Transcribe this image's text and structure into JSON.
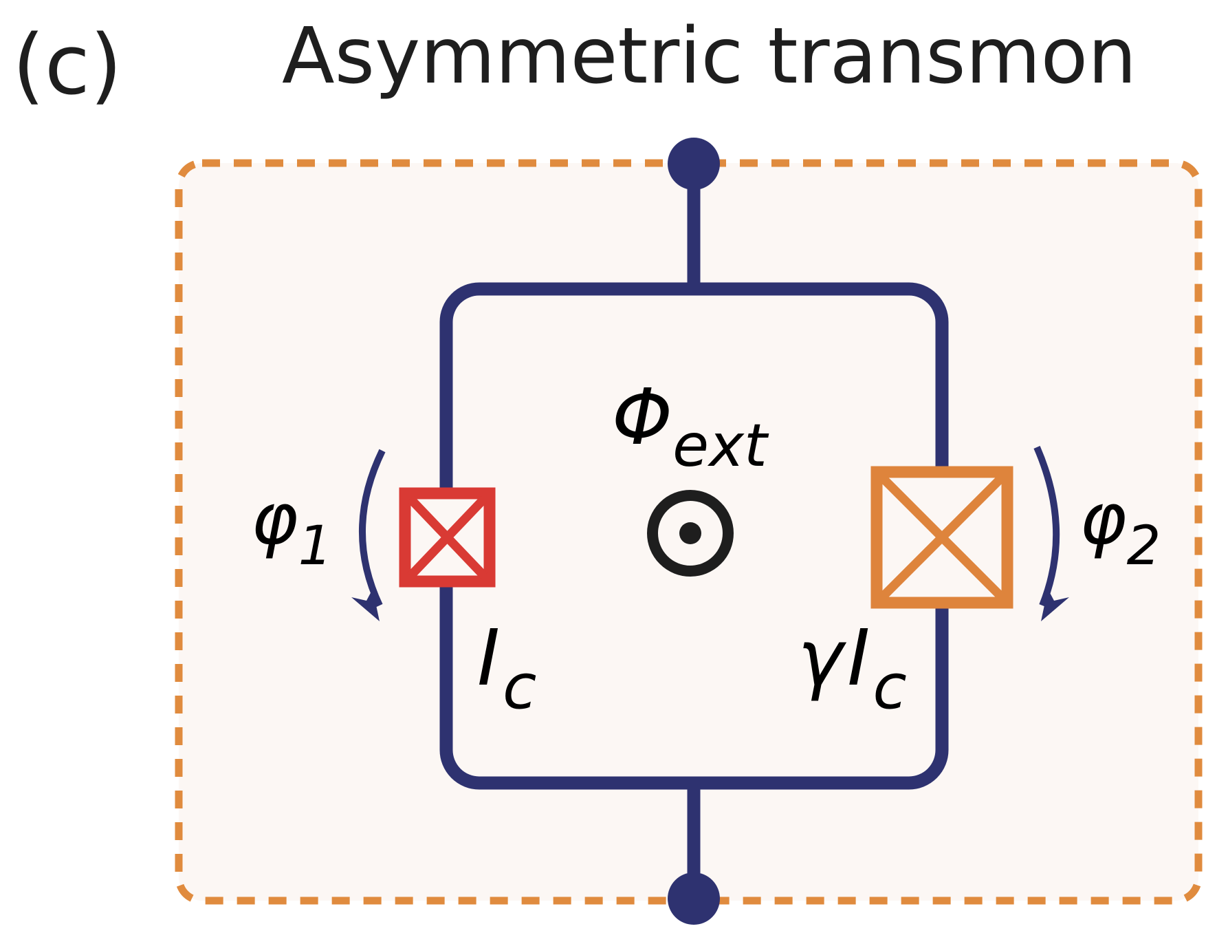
{
  "panel_label": "(c)",
  "title": "Asymmetric transmon",
  "labels": {
    "flux_symbol": "Φ",
    "flux_subscript": "ext",
    "phase1_symbol": "φ",
    "phase1_subscript": "1",
    "phase2_symbol": "φ",
    "phase2_subscript": "2",
    "junction1_symbol": "I",
    "junction1_subscript": "c",
    "junction2_prefix": "γ",
    "junction2_symbol": "I",
    "junction2_subscript": "c"
  },
  "colors": {
    "wire": "#2e3270",
    "junction1": "#d93a34",
    "junction2": "#de843c",
    "boundary": "#e08b3e",
    "background_fill": "#fcf7f4",
    "flux_symbol": "#1e1e1e"
  },
  "icons": {
    "flux_marker": "flux-out-of-page-icon",
    "junction": "josephson-junction-icon",
    "terminal": "terminal-node-icon",
    "phase_arrow": "curved-arrow-icon"
  }
}
